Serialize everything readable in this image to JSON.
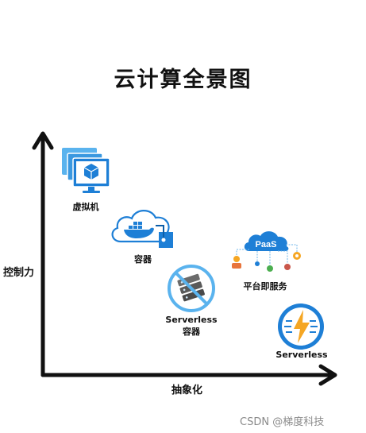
{
  "title": "云计算全景图",
  "axes": {
    "y_label": "控制力",
    "x_label": "抽象化"
  },
  "items": [
    {
      "label": "虚拟机",
      "icon": "virtual-machine-icon"
    },
    {
      "label": "容器",
      "icon": "docker-cloud-icon"
    },
    {
      "label_line1": "Serverless",
      "label_line2": "容器",
      "icon": "serverless-container-icon"
    },
    {
      "label": "平台即服务",
      "icon": "paas-cloud-icon",
      "badge": "PaaS"
    },
    {
      "label": "Serverless",
      "icon": "serverless-lightning-icon"
    }
  ],
  "watermark": "CSDN @梯度科技",
  "colors": {
    "azure_blue": "#1E7FD6",
    "light_blue": "#5AB3EE",
    "dark_blue": "#0C5EA8",
    "orange": "#F5A623"
  }
}
